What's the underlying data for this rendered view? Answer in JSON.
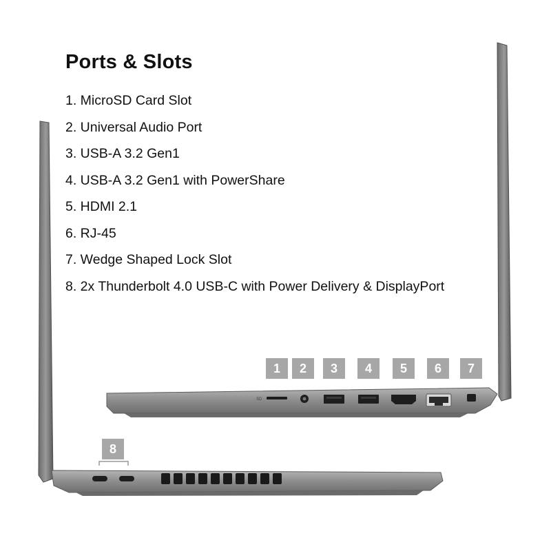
{
  "title": "Ports & Slots",
  "ports": [
    {
      "num": "1",
      "text": "1. MicroSD Card Slot"
    },
    {
      "num": "2",
      "text": "2. Universal Audio Port"
    },
    {
      "num": "3",
      "text": "3. USB-A 3.2 Gen1"
    },
    {
      "num": "4",
      "text": "4. USB-A 3.2 Gen1 with PowerShare"
    },
    {
      "num": "5",
      "text": "5. HDMI 2.1"
    },
    {
      "num": "6",
      "text": "6. RJ-45"
    },
    {
      "num": "7",
      "text": "7. Wedge Shaped Lock Slot"
    },
    {
      "num": "8",
      "text": "8. 2x Thunderbolt 4.0 USB-C with Power Delivery & DisplayPort"
    }
  ],
  "colors": {
    "badge": "#a7a7a7",
    "chassis": "#8e8e8e",
    "chassis_dark": "#5f5f5f",
    "port": "#222222"
  },
  "port_icons": {
    "sd": "sd-card-icon",
    "audio": "headset-icon",
    "usb_a": "usb-ss-icon",
    "usb_a_ps": "usb-powershare-icon",
    "hdmi": "hdmi-icon",
    "rj45": "ethernet-icon",
    "lock": "lock-icon",
    "tb": "thunderbolt-icon"
  }
}
